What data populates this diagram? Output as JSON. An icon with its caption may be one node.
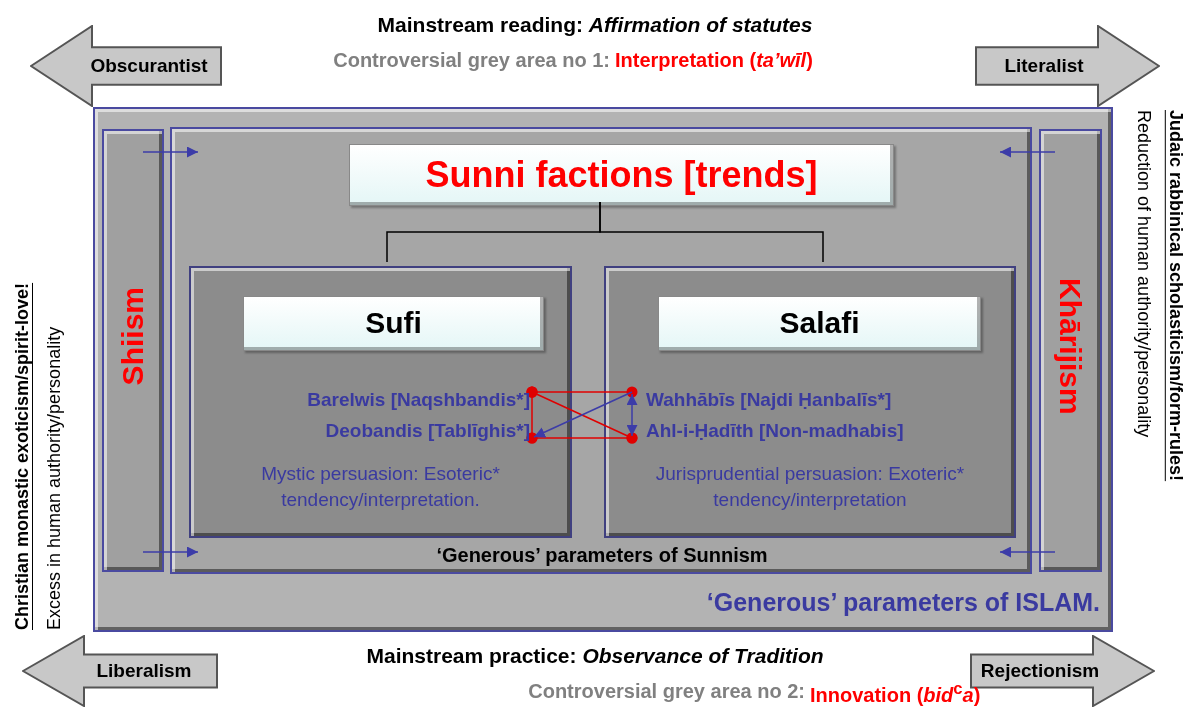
{
  "diagram": {
    "nodes": [
      {
        "text": [
          "Obscurantist"
        ]
      },
      {
        "text": [
          "Literalist"
        ]
      },
      {
        "text": [
          "‘Generous’ parameters of ISLAM."
        ]
      },
      {
        "text": [
          "Shiism"
        ],
        "in": 2
      },
      {
        "text": [
          "‘Generous’ parameters of Sunnism"
        ],
        "in": 2
      },
      {
        "text": [
          "Khārijism"
        ],
        "in": 2
      },
      {
        "text": [
          "Sunni factions [trends]"
        ],
        "in": 4
      },
      {
        "text": [
          "Mystic persuasion: Esoteric* tendency/interpretation."
        ],
        "in": 4
      },
      {
        "text": [
          "Sufi"
        ],
        "in": 7
      },
      {
        "text": [
          "Barelwis [Naqshbandis*]"
        ],
        "in": 7
      },
      {
        "text": [
          "Deobandis [Tablīghis*]"
        ],
        "in": 7
      },
      {
        "text": [
          "Jurisprudential persuasion: Exoteric* tendency/interpretation"
        ],
        "in": 4
      },
      {
        "text": [
          "Salafi"
        ],
        "in": 11
      },
      {
        "text": [
          "Wahhābīs [Najdi Ḥanbalīs*]"
        ],
        "in": 11
      },
      {
        "text": [
          "Ahl-i-Ḥadīth [Non-madhabis]"
        ],
        "in": 11
      },
      {
        "text": [
          "Liberalism"
        ]
      },
      {
        "text": [
          "Rejectionism"
        ]
      }
    ],
    "edges": [
      {
        "from": 6,
        "to": 7,
        "arrow": "none",
        "color": "#000000"
      },
      {
        "from": 6,
        "to": 11,
        "arrow": "none",
        "color": "#000000"
      },
      {
        "from": 3,
        "to": 4,
        "arrow": "to"
      },
      {
        "from": 3,
        "to": 4,
        "arrow": "to"
      },
      {
        "from": 5,
        "to": 4,
        "arrow": "to"
      },
      {
        "from": 5,
        "to": 4,
        "arrow": "to"
      },
      {
        "from": 9,
        "to": 13,
        "arrow": "other",
        "color": "#e00000"
      },
      {
        "from": 10,
        "to": 14,
        "arrow": "other",
        "color": "#e00000"
      },
      {
        "from": 9,
        "to": 10,
        "arrow": "other",
        "color": "#e00000"
      },
      {
        "from": 9,
        "to": 14,
        "arrow": "other",
        "color": "#e00000"
      },
      {
        "from": 13,
        "to": 10,
        "arrow": "to"
      },
      {
        "from": 13,
        "to": 14,
        "arrow": "both"
      }
    ],
    "labels": [
      "Mainstream reading: *Affirmation of statutes*",
      "Controversial grey area no 1:",
      "Interpretation (*ta’wīl*)",
      "Christian monastic exoticism/spirit-love!",
      "Excess in human authority/personality",
      "Reduction of human authority/personality",
      "Judaic rabbinical scholasticism/form-rules!",
      "Mainstream practice: *Observance of Tradition*",
      "Controversial grey area no 2:",
      "Innovation (*bid*$^{c}$*a*)"
    ]
  }
}
